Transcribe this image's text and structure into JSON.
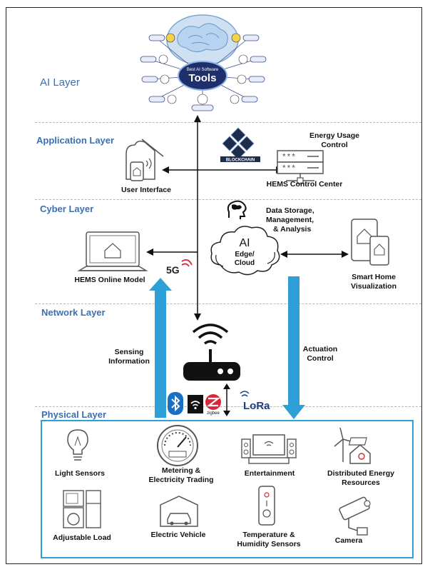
{
  "layers": {
    "ai": "AI Layer",
    "application": "Application Layer",
    "cyber": "Cyber Layer",
    "network": "Network Layer",
    "physical": "Physical Layer"
  },
  "ai_tools": {
    "line1": "Best AI Software",
    "line2": "Tools"
  },
  "application": {
    "user_interface": "User Interface",
    "blockchain": "BLOCKCHAIN",
    "energy_usage_line1": "Energy Usage",
    "energy_usage_line2": "Control",
    "hems_control_center": "HEMS Control Center"
  },
  "cyber": {
    "data_storage_line1": "Data Storage,",
    "data_storage_line2": "Management,",
    "data_storage_line3": "& Analysis",
    "ai_cloud_line1": "AI",
    "ai_cloud_line2": "Edge/",
    "ai_cloud_line3": "Cloud",
    "hems_online_model": "HEMS Online Model",
    "fiveg": "5G",
    "smart_home_line1": "Smart Home",
    "smart_home_line2": "Visualization"
  },
  "network": {
    "sensing_line1": "Sensing",
    "sensing_line2": "Information",
    "actuation_line1": "Actuation",
    "actuation_line2": "Control",
    "lora": "LoRa",
    "zigbee": "zigbee"
  },
  "physical": {
    "light_sensors": "Light Sensors",
    "metering_line1": "Metering &",
    "metering_line2": "Electricity Trading",
    "entertainment": "Entertainment",
    "der_line1": "Distributed Energy",
    "der_line2": "Resources",
    "adjustable_load": "Adjustable Load",
    "electric_vehicle": "Electric Vehicle",
    "temp_line1": "Temperature &",
    "temp_line2": "Humidity Sensors",
    "camera": "Camera"
  },
  "colors": {
    "layer_label": "#3d6fb0",
    "dashed_line": "#8fc3dd",
    "blue_arrow": "#2f9fd8",
    "physical_border": "#2f9fd8"
  }
}
